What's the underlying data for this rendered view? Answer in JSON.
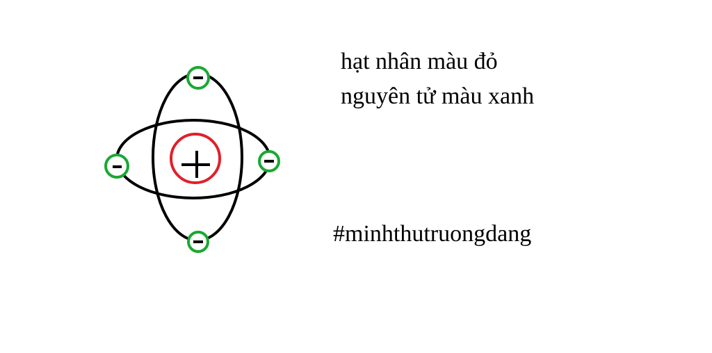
{
  "captions": {
    "line1": "hạt nhân màu đỏ",
    "line2": "nguyên tử màu xanh"
  },
  "hashtag": "#minhthutruongdang",
  "diagram": {
    "nucleus_symbol": "+",
    "electron_symbol": "-",
    "colors": {
      "nucleus": "#e0202a",
      "electron": "#1aa832",
      "orbit": "#000000"
    }
  }
}
